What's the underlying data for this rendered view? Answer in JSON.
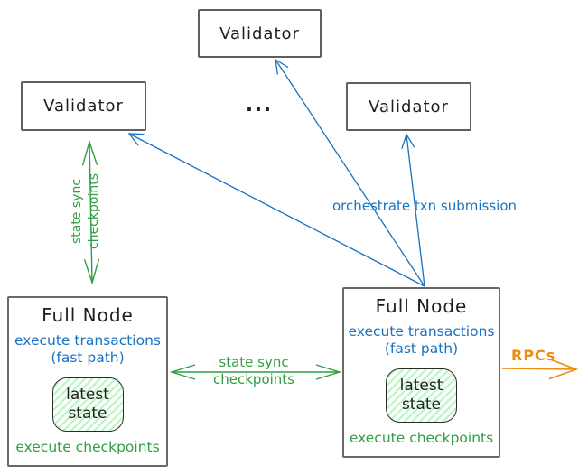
{
  "diagram": {
    "validators": {
      "top": "Validator",
      "left": "Validator",
      "right": "Validator",
      "ellipsis": "..."
    },
    "full_nodes": {
      "left": {
        "title": "Full Node",
        "exec_line1": "execute transactions",
        "exec_line2": "(fast path)",
        "state_line1": "latest",
        "state_line2": "state",
        "footer": "execute checkpoints"
      },
      "right": {
        "title": "Full Node",
        "exec_line1": "execute transactions",
        "exec_line2": "(fast path)",
        "state_line1": "latest",
        "state_line2": "state",
        "footer": "execute checkpoints"
      }
    },
    "edges": {
      "state_sync_left": {
        "line1": "state sync",
        "line2": "checkpoints"
      },
      "state_sync_middle": {
        "line1": "state sync",
        "line2": "checkpoints"
      },
      "orchestrate": {
        "label": "orchestrate txn submission"
      },
      "rpcs": {
        "label": "RPCs"
      }
    },
    "colors": {
      "blue": "#1971c2",
      "green": "#2f9e44",
      "orange": "#ef8b0e",
      "box_border": "#696969",
      "text": "#1e1e1e",
      "state_hatch": "#b2f2bb"
    }
  }
}
